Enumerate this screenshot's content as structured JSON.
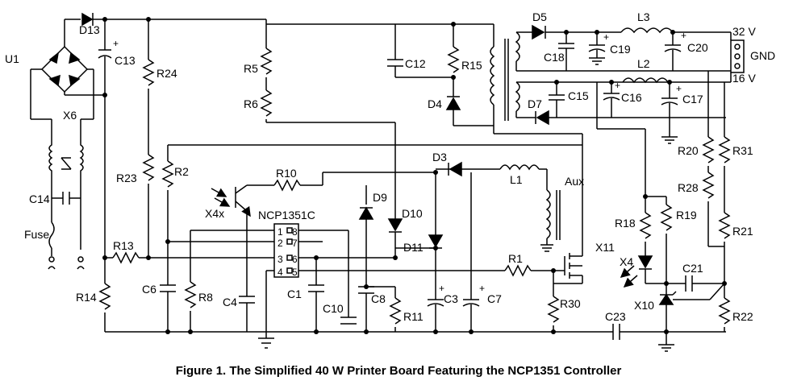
{
  "figure_caption": "Figure 1. The Simplified 40 W Printer Board Featuring the NCP1351 Controller",
  "chip": {
    "name": "NCP1351C",
    "pins_left": [
      "1",
      "2",
      "3",
      "4"
    ],
    "pins_right": [
      "8",
      "7",
      "6",
      "5"
    ]
  },
  "outputs": {
    "v32": "32 V",
    "gnd": "GND",
    "v16": "16 V"
  },
  "aux_label": "Aux",
  "plus_sign": "+",
  "components": {
    "U1": "U1",
    "X6": "X6",
    "C14": "C14",
    "Fuse": "Fuse",
    "D13": "D13",
    "C13": "C13",
    "R24": "R24",
    "R23": "R23",
    "R14": "R14",
    "R13": "R13",
    "R5": "R5",
    "R6": "R6",
    "R2": "R2",
    "R10": "R10",
    "X4x": "X4x",
    "C6": "C6",
    "R8": "R8",
    "C4": "C4",
    "C1": "C1",
    "C10": "C10",
    "C8": "C8",
    "R11": "R11",
    "D9": "D9",
    "D10": "D10",
    "D11": "D11",
    "C3": "C3",
    "C7": "C7",
    "D3": "D3",
    "L1": "L1",
    "C12": "C12",
    "R15": "R15",
    "D4": "D4",
    "D5": "D5",
    "L3": "L3",
    "C18": "C18",
    "C19": "C19",
    "C20": "C20",
    "L2": "L2",
    "D7": "D7",
    "C15": "C15",
    "C16": "C16",
    "C17": "C17",
    "X11": "X11",
    "R1": "R1",
    "R30": "R30",
    "C23": "C23",
    "R18": "R18",
    "R19": "R19",
    "X4": "X4",
    "X10": "X10",
    "C21": "C21",
    "R20": "R20",
    "R28": "R28",
    "R31": "R31",
    "R21": "R21",
    "R22": "R22"
  }
}
